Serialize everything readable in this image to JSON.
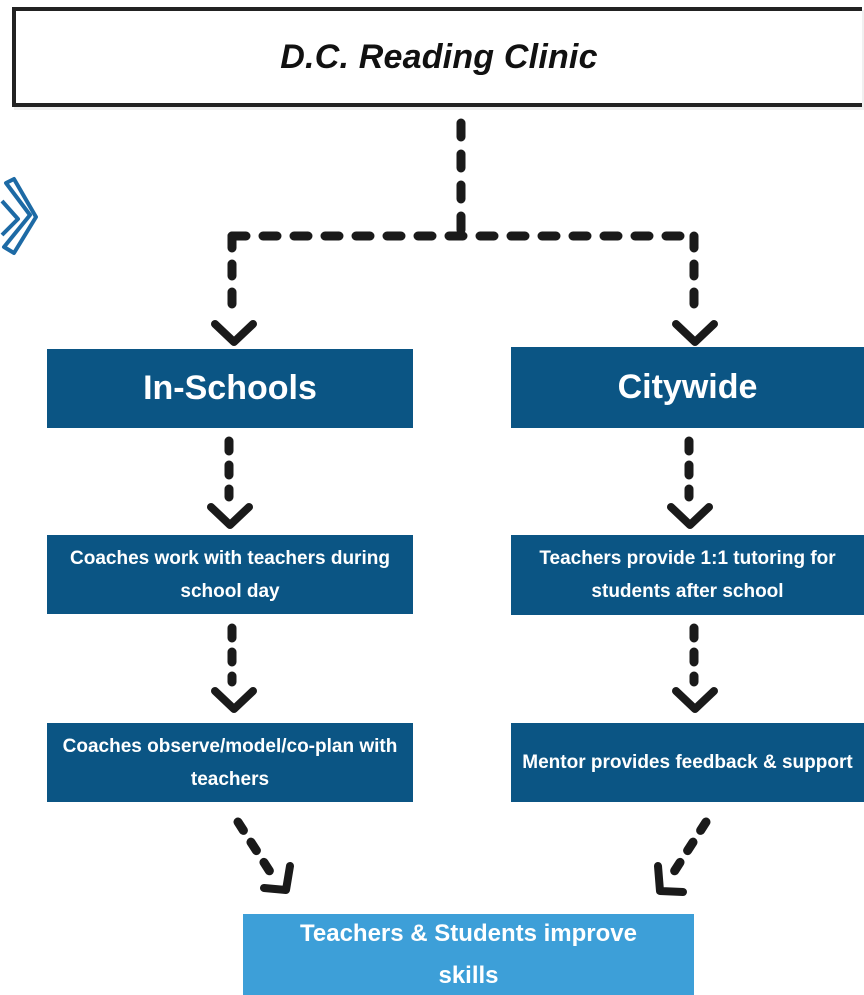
{
  "diagram": {
    "title": "D.C. Reading Clinic",
    "branches": [
      {
        "heading": "In-Schools",
        "steps": [
          "Coaches work with teachers during school day",
          "Coaches observe/model/co-plan with teachers"
        ]
      },
      {
        "heading": "Citywide",
        "steps": [
          "Teachers provide 1:1 tutoring for students after school",
          "Mentor provides feedback & support"
        ]
      }
    ],
    "outcome": "Teachers & Students improve skills"
  },
  "colors": {
    "primary_box": "#0b5584",
    "outcome_box": "#3d9fd8",
    "connector": "#1a1a1a",
    "title_border": "#222222",
    "logo_accent": "#1d6aa5"
  }
}
